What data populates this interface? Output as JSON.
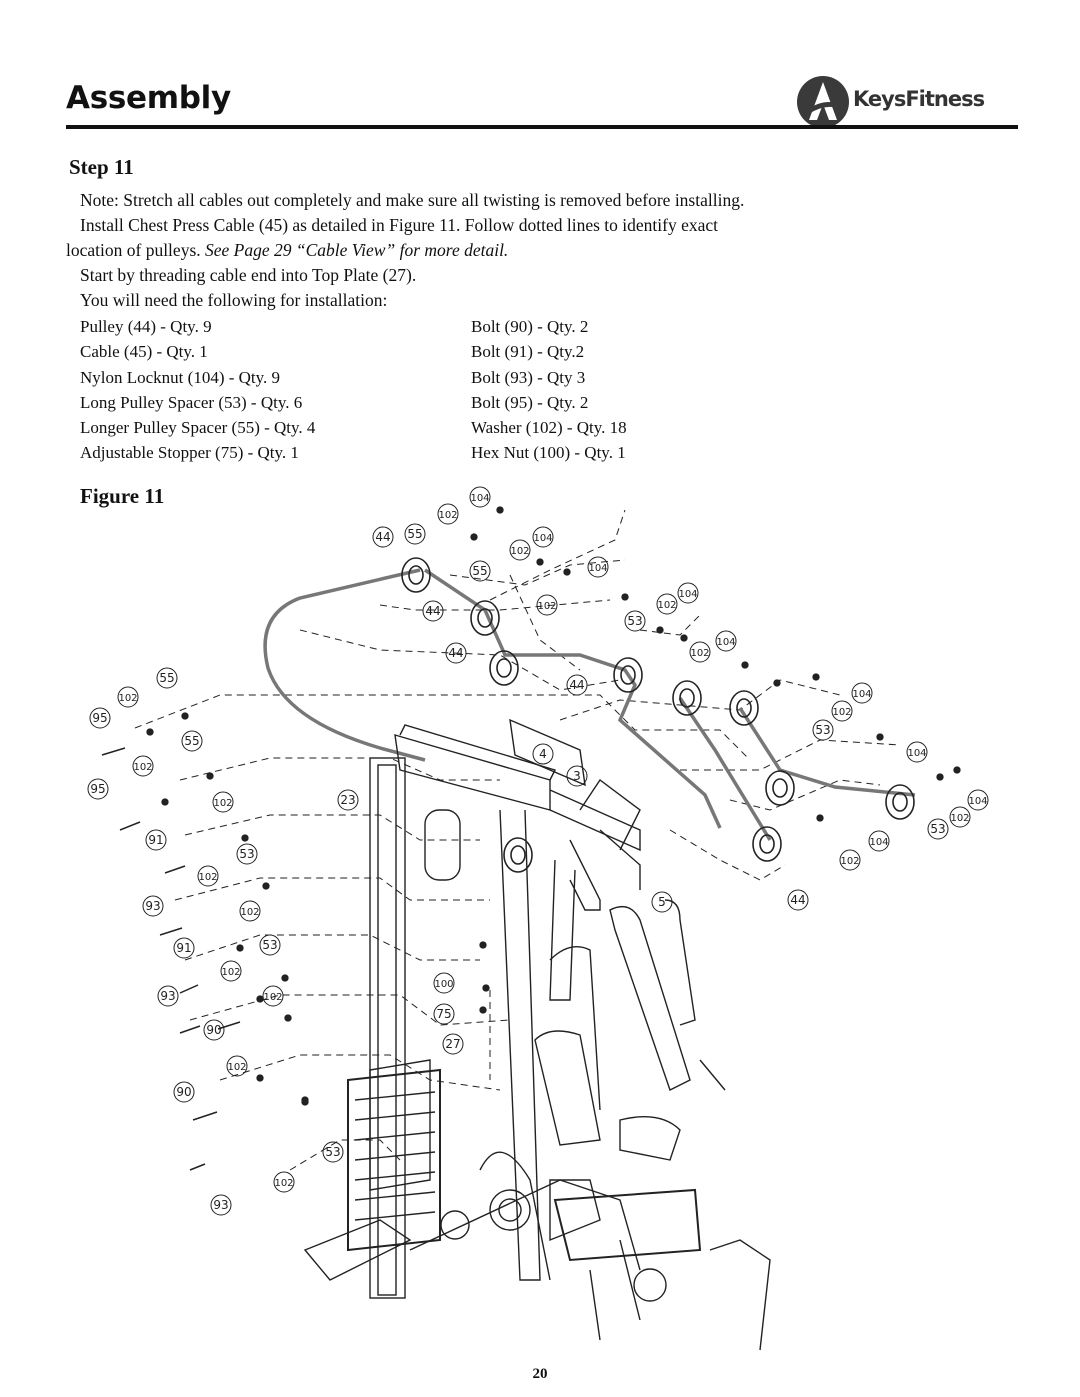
{
  "header": {
    "title": "Assembly",
    "logo_text": "KeysFitness"
  },
  "step": {
    "title": "Step 11",
    "note_line1": "Note:  Stretch all cables out completely and make sure all twisting is removed before installing.",
    "note_line2": "Install Chest Press Cable (45) as detailed in Figure 11.  Follow dotted lines to identify exact",
    "note_line3a": "location of pulleys. ",
    "note_line3b": "See Page 29 “Cable View” for more detail.",
    "thread_text": "Start by threading cable end into Top Plate (27).",
    "need_text": "You will need the following for installation:"
  },
  "parts_left": [
    "Pulley (44) - Qty. 9",
    "Cable (45) - Qty. 1",
    "Nylon Locknut (104) - Qty. 9",
    "Long Pulley Spacer (53) - Qty. 6",
    "Longer Pulley Spacer (55) - Qty. 4",
    "Adjustable Stopper (75) - Qty. 1"
  ],
  "parts_right": [
    "Bolt (90) - Qty. 2",
    "Bolt (91) - Qty.2",
    "Bolt (93) - Qty 3",
    "Bolt (95) - Qty. 2",
    "Washer (102) - Qty. 18",
    "Hex Nut (100) - Qty. 1"
  ],
  "figure": {
    "title": "Figure 11",
    "callouts": [
      "104",
      "102",
      "44",
      "55",
      "102",
      "104",
      "55",
      "104",
      "102",
      "44",
      "102",
      "104",
      "53",
      "44",
      "102",
      "104",
      "44",
      "104",
      "102",
      "53",
      "104",
      "55",
      "102",
      "95",
      "55",
      "102",
      "4",
      "3",
      "95",
      "102",
      "23",
      "91",
      "53",
      "102",
      "5",
      "44",
      "93",
      "102",
      "91",
      "53",
      "102",
      "100",
      "93",
      "102",
      "75",
      "90",
      "27",
      "102",
      "90",
      "53",
      "102",
      "93",
      "102",
      "104",
      "102",
      "53",
      "104",
      "102"
    ]
  },
  "page_number": "20"
}
